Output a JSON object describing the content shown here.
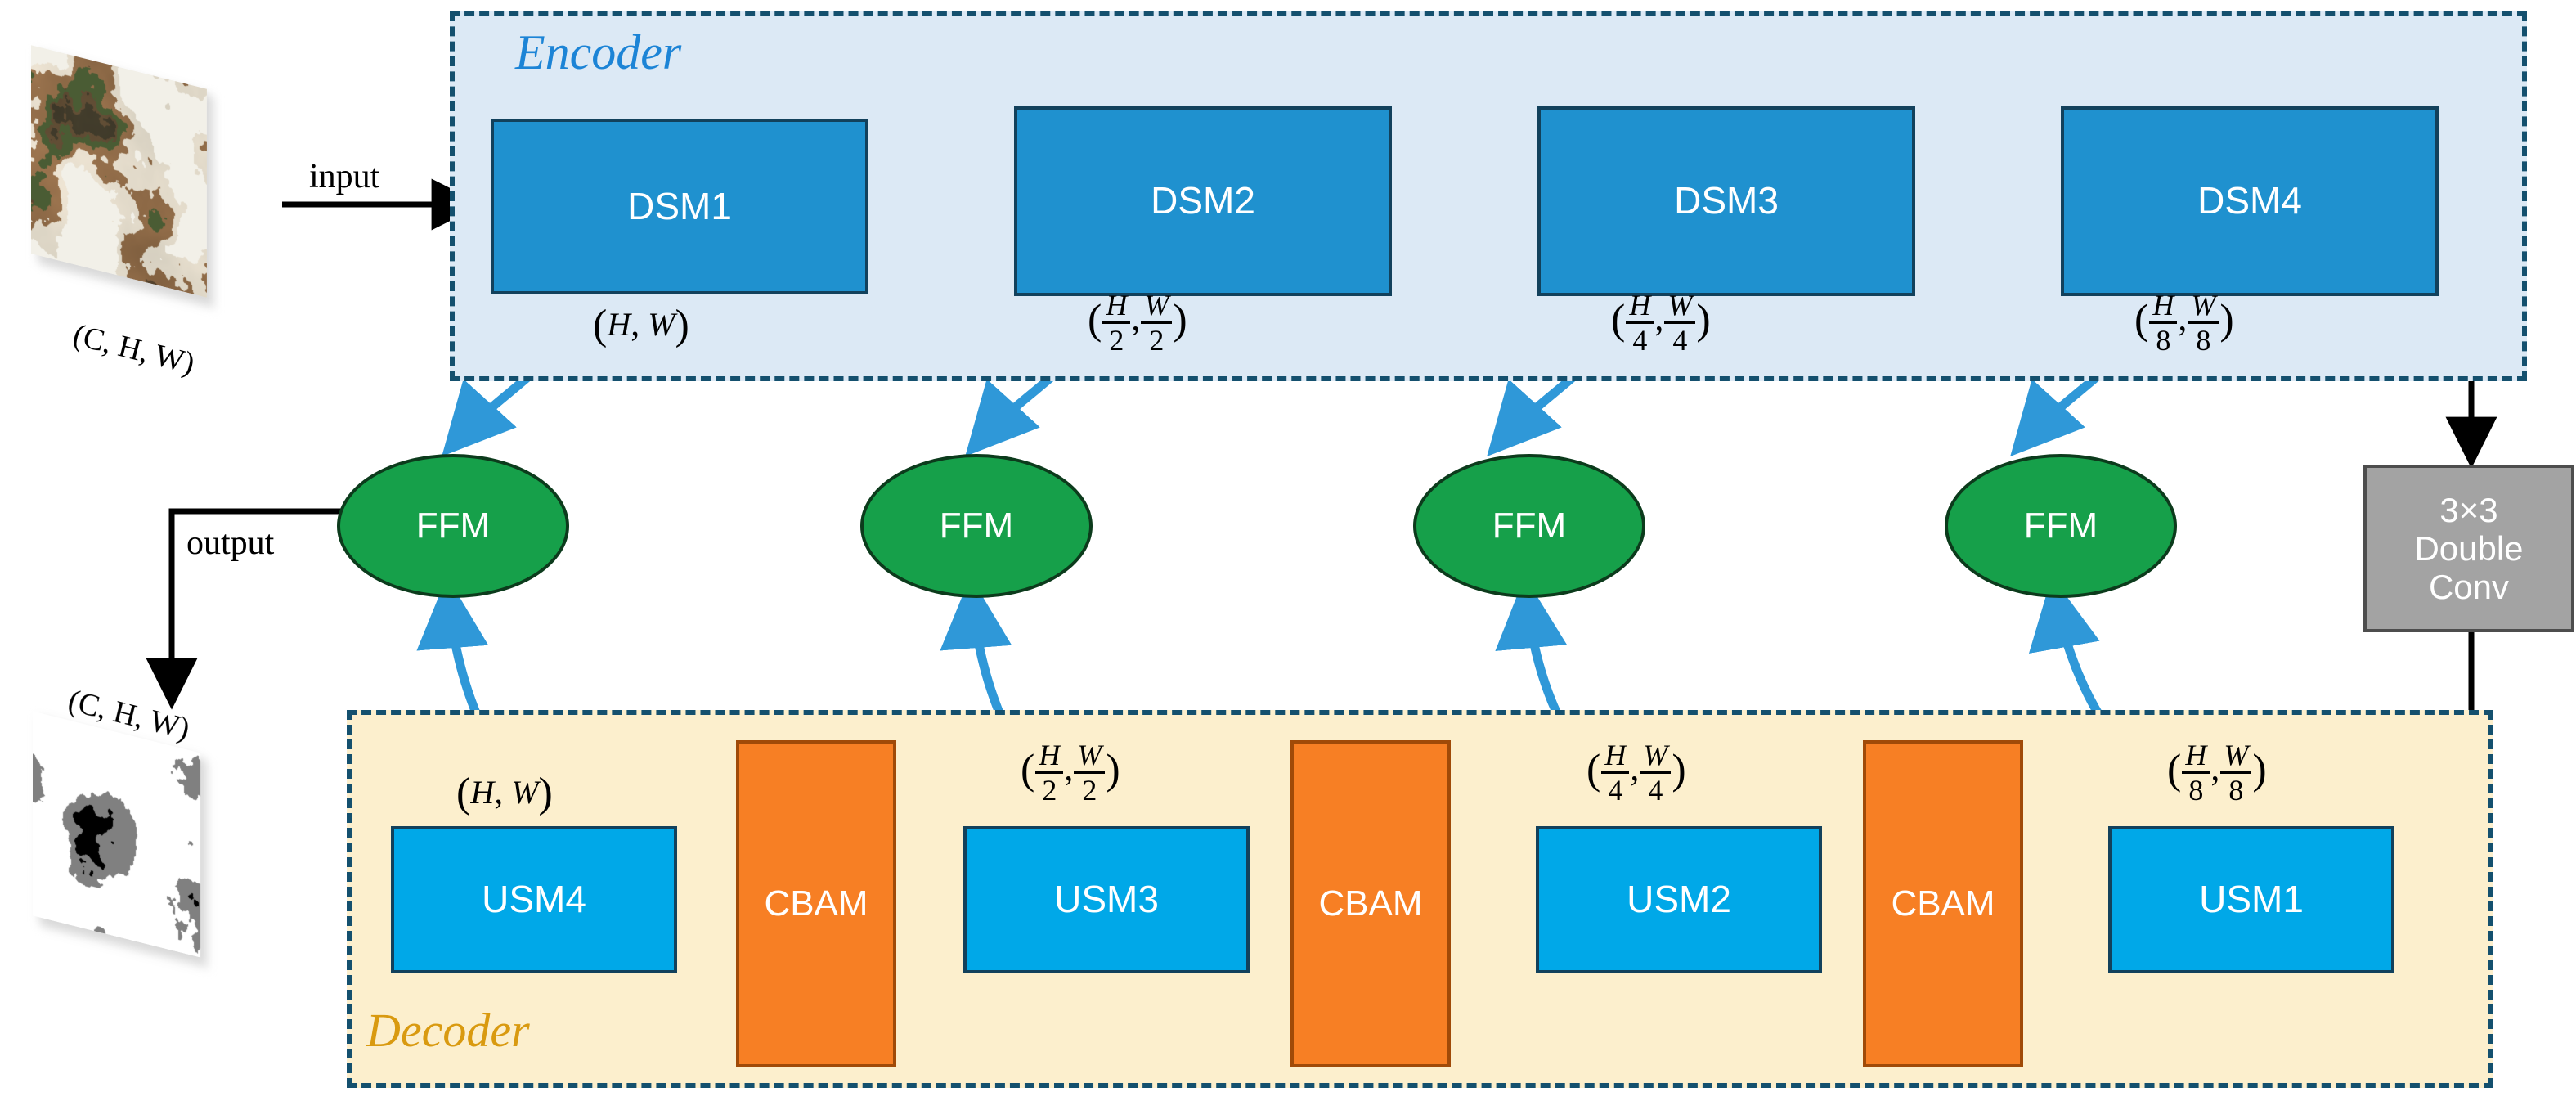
{
  "encoder": {
    "title": "Encoder",
    "blocks": [
      {
        "label": "DSM1",
        "dim": {
          "h_num": "H",
          "h_den": "",
          "w_num": "W",
          "w_den": ""
        }
      },
      {
        "label": "DSM2",
        "dim": {
          "h_num": "H",
          "h_den": "2",
          "w_num": "W",
          "w_den": "2"
        }
      },
      {
        "label": "DSM3",
        "dim": {
          "h_num": "H",
          "h_den": "4",
          "w_num": "W",
          "w_den": "4"
        }
      },
      {
        "label": "DSM4",
        "dim": {
          "h_num": "H",
          "h_den": "8",
          "w_num": "W",
          "w_den": "8"
        }
      }
    ]
  },
  "decoder": {
    "title": "Decoder",
    "usm_blocks": [
      {
        "label": "USM1",
        "dim": {
          "h_num": "H",
          "h_den": "8",
          "w_num": "W",
          "w_den": "8"
        }
      },
      {
        "label": "USM2",
        "dim": {
          "h_num": "H",
          "h_den": "4",
          "w_num": "W",
          "w_den": "4"
        }
      },
      {
        "label": "USM3",
        "dim": {
          "h_num": "H",
          "h_den": "2",
          "w_num": "W",
          "w_den": "2"
        }
      },
      {
        "label": "USM4",
        "dim": {
          "h_num": "H",
          "h_den": "",
          "w_num": "W",
          "w_den": ""
        }
      }
    ],
    "cbam_blocks": [
      {
        "label": "CBAM"
      },
      {
        "label": "CBAM"
      },
      {
        "label": "CBAM"
      }
    ]
  },
  "fusion": {
    "blocks": [
      {
        "label": "FFM"
      },
      {
        "label": "FFM"
      },
      {
        "label": "FFM"
      },
      {
        "label": "FFM"
      }
    ]
  },
  "bottleneck": {
    "line1": "3×3",
    "line2": "Double",
    "line3": "Conv"
  },
  "io": {
    "input_label": "input",
    "output_label": "output",
    "input_shape": "(C, H, W)",
    "output_shape": "(C, H, W)"
  },
  "colors": {
    "encoder_bg": "#dce9f5",
    "decoder_bg": "#fcefcd",
    "dsm": "#1f91cf",
    "usm": "#00a8e8",
    "cbam": "#f77f24",
    "ffm": "#16a04a",
    "double_conv": "#a3a3a3",
    "border_navy": "#14506e",
    "skip_arrow": "#2f98d8",
    "encoder_title": "#1c84d6",
    "decoder_title": "#d99a10"
  },
  "icons": {
    "skip_connection": "curved-arrow-icon",
    "flow_arrow": "arrow-right-icon",
    "input_image": "satellite-image-icon",
    "output_image": "segmentation-mask-icon"
  }
}
